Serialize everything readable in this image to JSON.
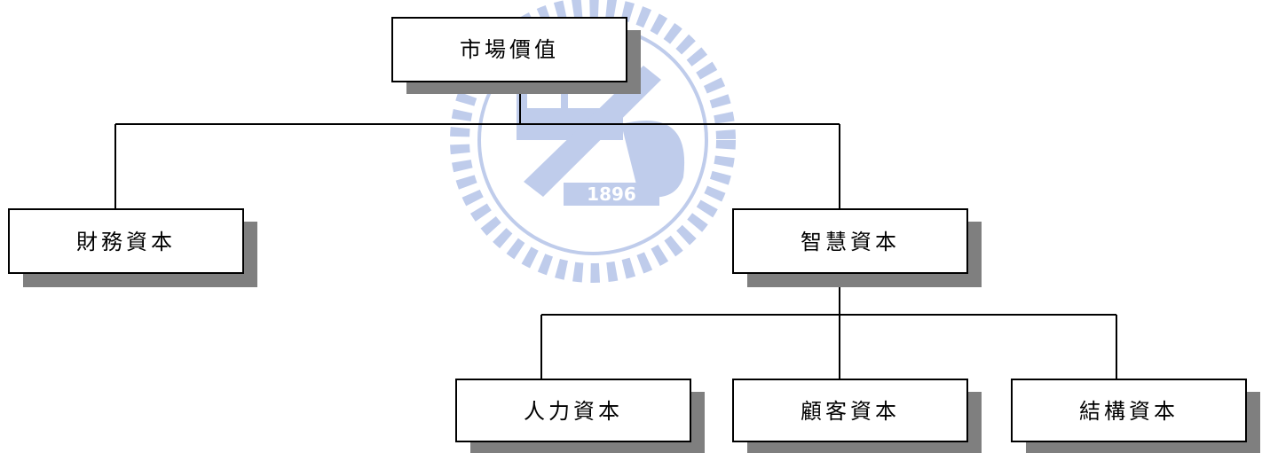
{
  "diagram": {
    "watermark": {
      "year": "1896"
    },
    "nodes": {
      "root": {
        "label": "市場價值"
      },
      "financial": {
        "label": "財務資本"
      },
      "intellectual": {
        "label": "智慧資本"
      },
      "human": {
        "label": "人力資本"
      },
      "customer": {
        "label": "顧客資本"
      },
      "structural": {
        "label": "結構資本"
      }
    },
    "colors": {
      "box_border": "#000000",
      "box_fill": "#ffffff",
      "shadow": "#7f7f7f",
      "watermark": "#3a62c4"
    }
  }
}
